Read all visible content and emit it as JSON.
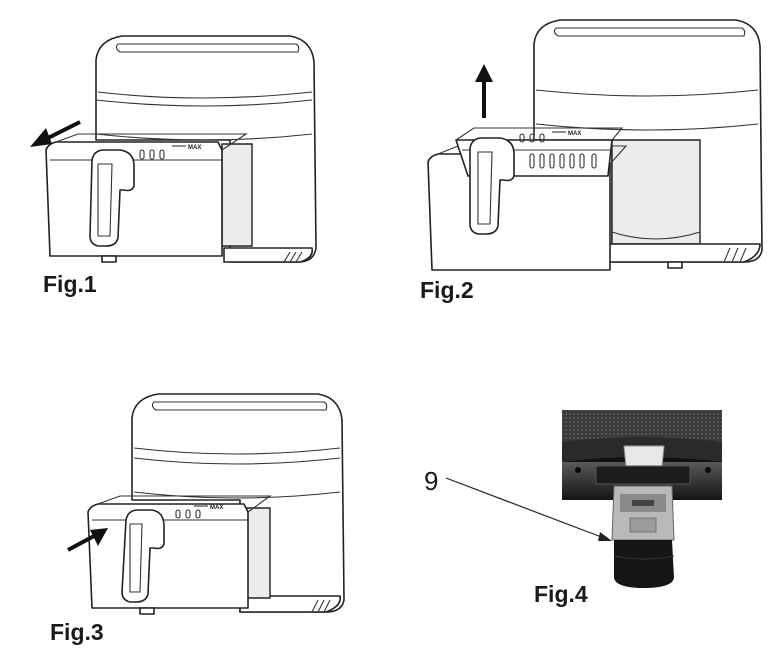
{
  "figures": [
    {
      "label": "Fig.1",
      "max_mark": "MAX"
    },
    {
      "label": "Fig.2",
      "max_mark": "MAX"
    },
    {
      "label": "Fig.3",
      "max_mark": "MAX"
    },
    {
      "label": "Fig.4",
      "callout": "9"
    }
  ],
  "colors": {
    "line": "#222222",
    "background": "#ffffff",
    "photo_dark": "#1c1c1c"
  }
}
